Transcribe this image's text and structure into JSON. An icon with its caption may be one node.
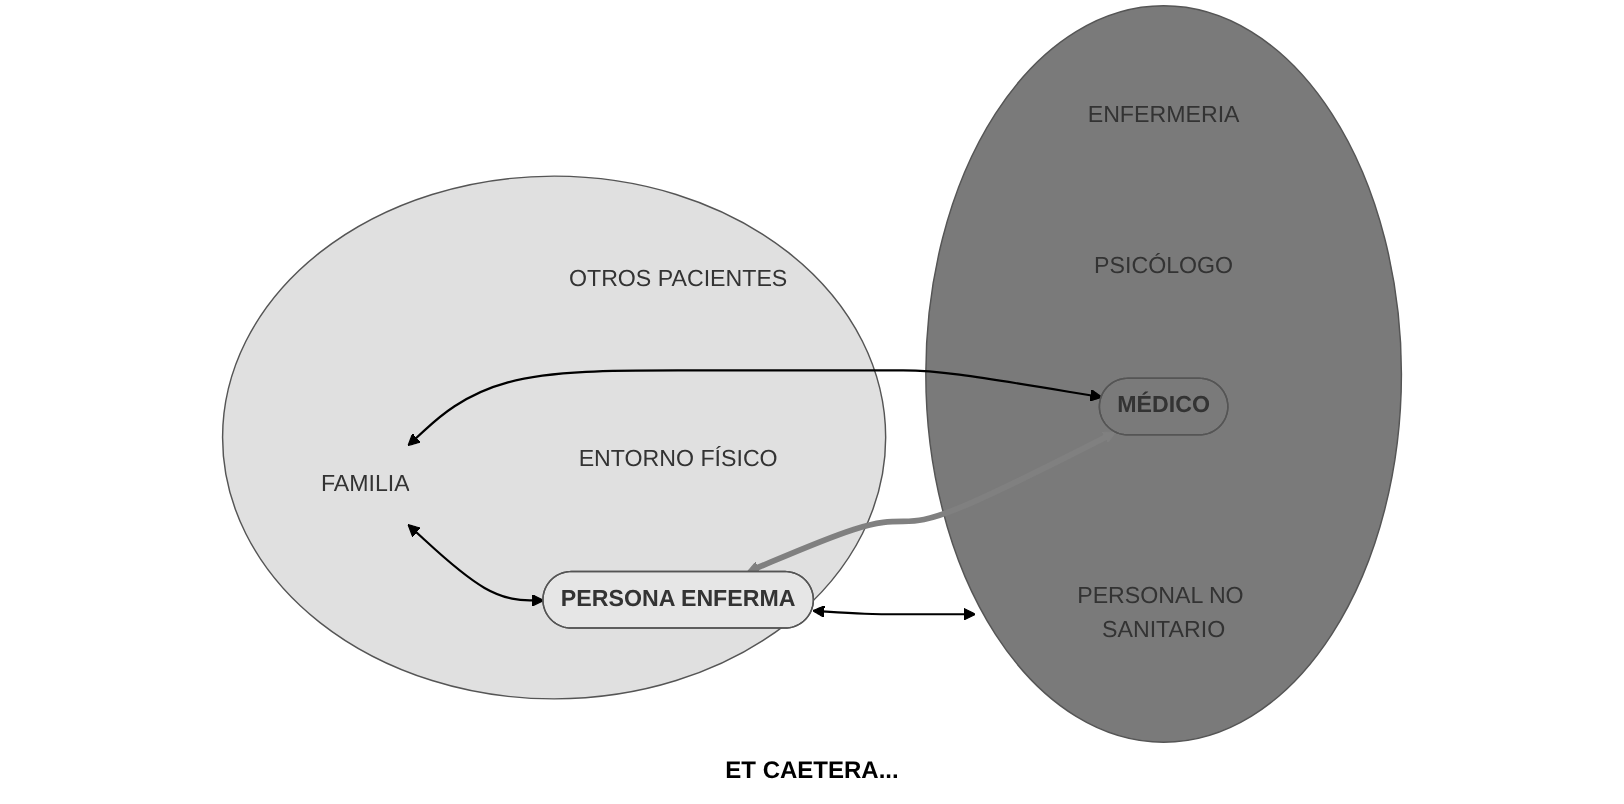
{
  "diagram": {
    "nodes": [
      {
        "text": [],
        "shape": "ellipse"
      },
      {
        "text": [
          "FAMILIA"
        ],
        "in": 0
      },
      {
        "text": [
          "OTROS PACIENTES"
        ],
        "in": 0
      },
      {
        "text": [
          "PERSONA ENFERMA"
        ],
        "in": 0
      },
      {
        "text": [
          "ENTORNO FÍSICO"
        ],
        "in": 0
      },
      {
        "text": [],
        "shape": "ellipse"
      },
      {
        "text": [
          "ENFERMERIA"
        ],
        "in": 5
      },
      {
        "text": [
          "PSICÓLOGO"
        ],
        "in": 5
      },
      {
        "text": [
          "MÉDICO"
        ],
        "in": 5
      },
      {
        "text": [
          "PERSONAL NO SANITARIO"
        ],
        "in": 5
      }
    ],
    "edges": [
      {
        "from": 1,
        "to": 8,
        "arrow": "both"
      },
      {
        "from": 1,
        "to": 3,
        "arrow": "both"
      },
      {
        "from": 3,
        "to": 8,
        "arrow": "both",
        "style": "thick",
        "color": "#808080"
      },
      {
        "from": 3,
        "to": 9,
        "arrow": "both"
      }
    ],
    "labels": [
      "ET CAETERA..."
    ]
  }
}
